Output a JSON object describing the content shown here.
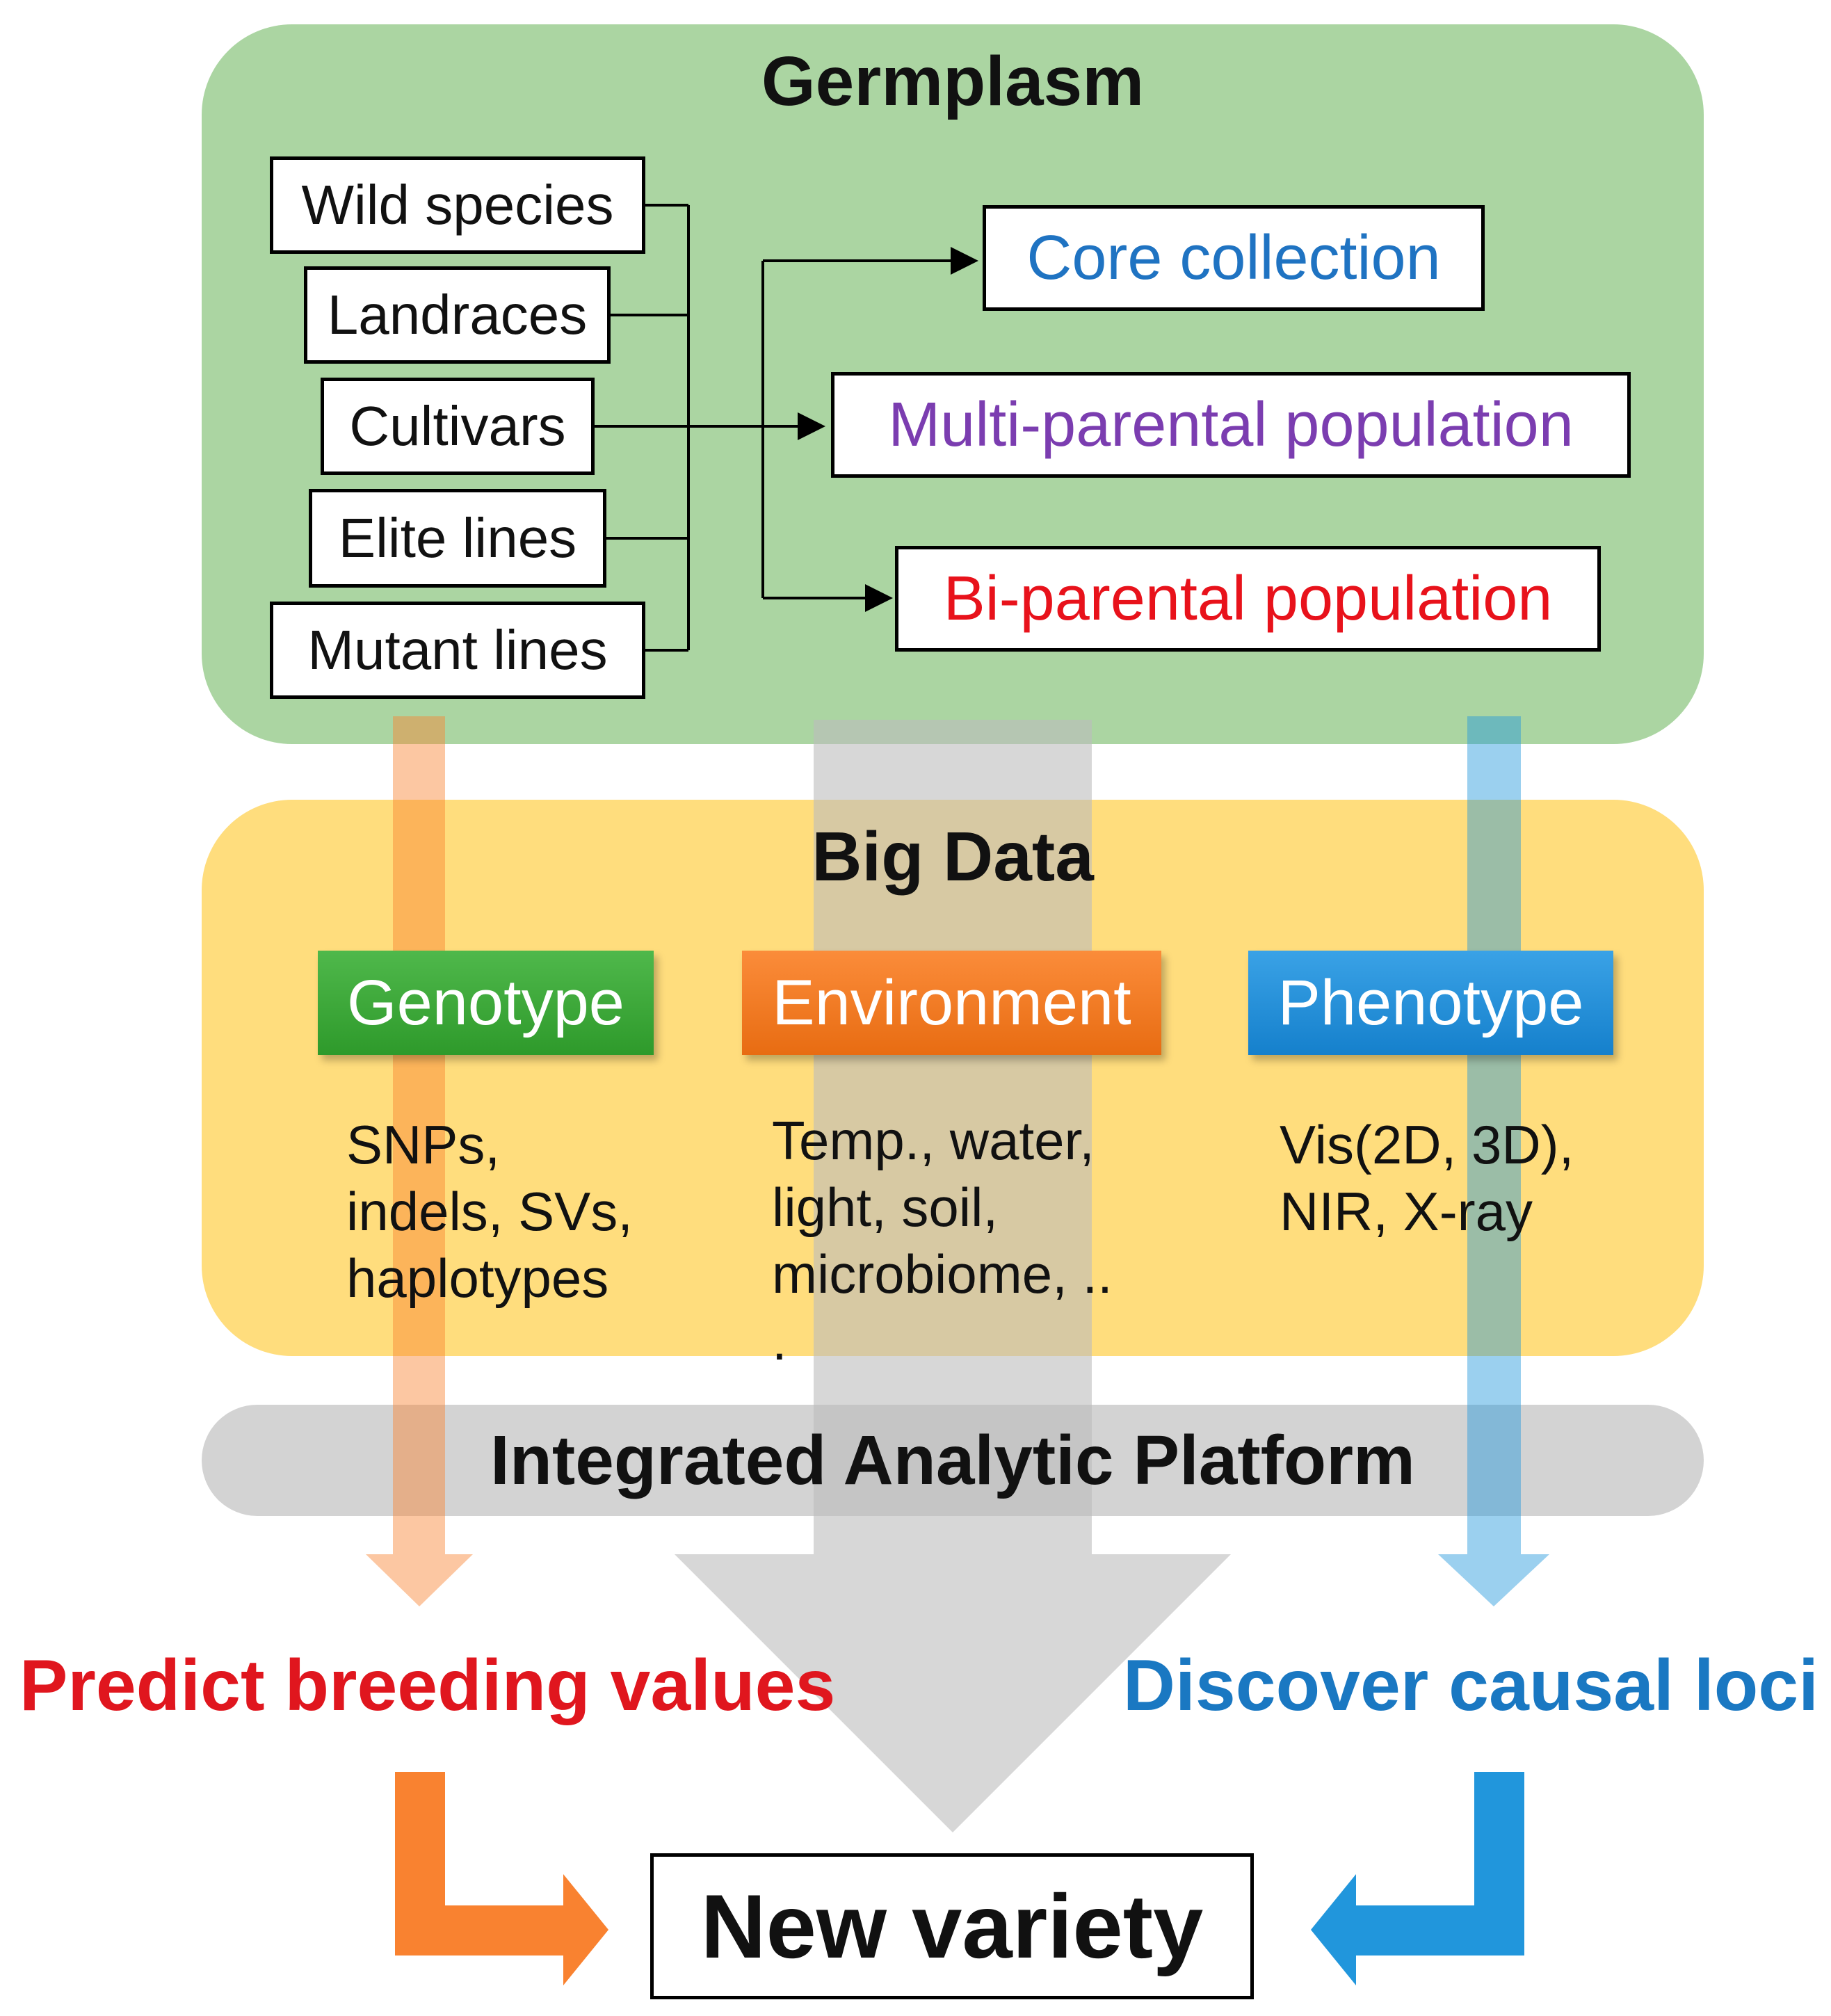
{
  "germplasm": {
    "title": "Germplasm",
    "sources": [
      "Wild species",
      "Landraces",
      "Cultivars",
      "Elite lines",
      "Mutant lines"
    ],
    "targets": [
      {
        "label": "Core collection",
        "color": "#1F73C2"
      },
      {
        "label": "Multi-parental population",
        "color": "#7B3DB0"
      },
      {
        "label": "Bi-parental population",
        "color": "#E8121B"
      }
    ]
  },
  "big_data": {
    "title": "Big Data",
    "categories": [
      {
        "label": "Genotype",
        "color": "#3AA637",
        "details": "SNPs,\nindels, SVs,\nhaplotypes"
      },
      {
        "label": "Environment",
        "color": "#F07A1F",
        "details": "Temp., water,\nlight, soil,\nmicrobiome, ..\n."
      },
      {
        "label": "Phenotype",
        "color": "#1E8CD8",
        "details": "Vis(2D, 3D),\nNIR, X-ray"
      }
    ]
  },
  "platform": {
    "title": "Integrated Analytic Platform"
  },
  "outcomes": {
    "predict": {
      "label": "Predict breeding values",
      "color": "#E0161E"
    },
    "discover": {
      "label": "Discover causal loci",
      "color": "#1A78C2"
    }
  },
  "result": {
    "label": "New variety"
  },
  "colors": {
    "germplasm_panel": "#ABD5A2",
    "bigdata_panel": "#FFDD7D",
    "platform_bar": "#D3D3D3",
    "orange_arrow": "#F98230",
    "blue_arrow": "#2196DC",
    "gray_arrow": "#BDBDBD"
  }
}
